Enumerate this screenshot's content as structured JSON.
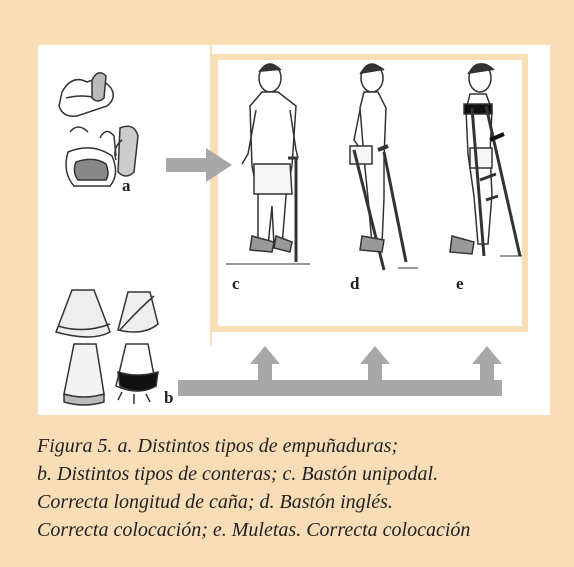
{
  "labels": {
    "a": "a",
    "b": "b",
    "c": "c",
    "d": "d",
    "e": "e"
  },
  "caption": {
    "line1": "Figura 5. a. Distintos tipos de empuñaduras;",
    "line2": "b. Distintos tipos de conteras; c. Bastón unipodal.",
    "line3": "Correcta longitud de caña; d. Bastón inglés.",
    "line4": "Correcta colocación; e. Muletas. Correcta colocación"
  },
  "colors": {
    "background": "#f8ddb6",
    "panel": "#ffffff",
    "arrow": "#a8a8a8",
    "ink": "#222222"
  },
  "icons": [
    "grips-illustration",
    "tips-illustration",
    "cane-figure",
    "forearm-crutch-figure",
    "crutches-figure",
    "arrow-right-icon",
    "arrow-up-icon"
  ]
}
